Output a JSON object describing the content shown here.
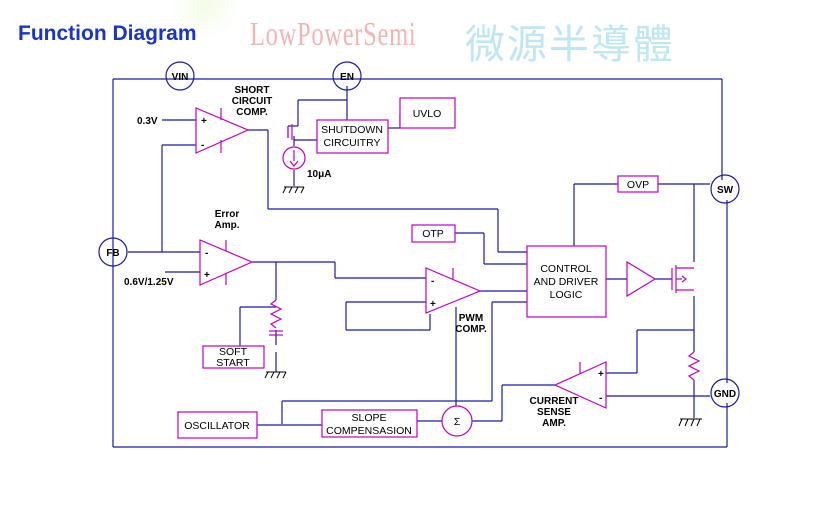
{
  "header": {
    "title": "Function Diagram",
    "brand_latin": "LowPowerSemi",
    "brand_chinese": "微源半導體"
  },
  "pins": {
    "vin": "VIN",
    "en": "EN",
    "fb": "FB",
    "sw": "SW",
    "gnd": "GND"
  },
  "blocks": {
    "shutdown_line1": "SHUTDOWN",
    "shutdown_line2": "CIRCUITRY",
    "uvlo": "UVLO",
    "otp": "OTP",
    "ovp": "OVP",
    "control_line1": "CONTROL",
    "control_line2": "AND DRIVER",
    "control_line3": "LOGIC",
    "soft_start_line1": "SOFT",
    "soft_start_line2": "START",
    "oscillator": "OSCILLATOR",
    "slope_line1": "SLOPE",
    "slope_line2": "COMPENSASION",
    "summer": "Σ"
  },
  "labels": {
    "short_circuit_line1": "SHORT",
    "short_circuit_line2": "CIRCUIT",
    "short_circuit_line3": "COMP.",
    "v03": "0.3V",
    "current_source": "10μA",
    "error_amp_line1": "Error",
    "error_amp_line2": "Amp.",
    "vref": "0.6V/1.25V",
    "pwm_line1": "PWM",
    "pwm_line2": "COMP.",
    "cs_line1": "CURRENT",
    "cs_line2": "SENSE",
    "cs_line3": "AMP.",
    "plus": "+",
    "minus": "-"
  }
}
